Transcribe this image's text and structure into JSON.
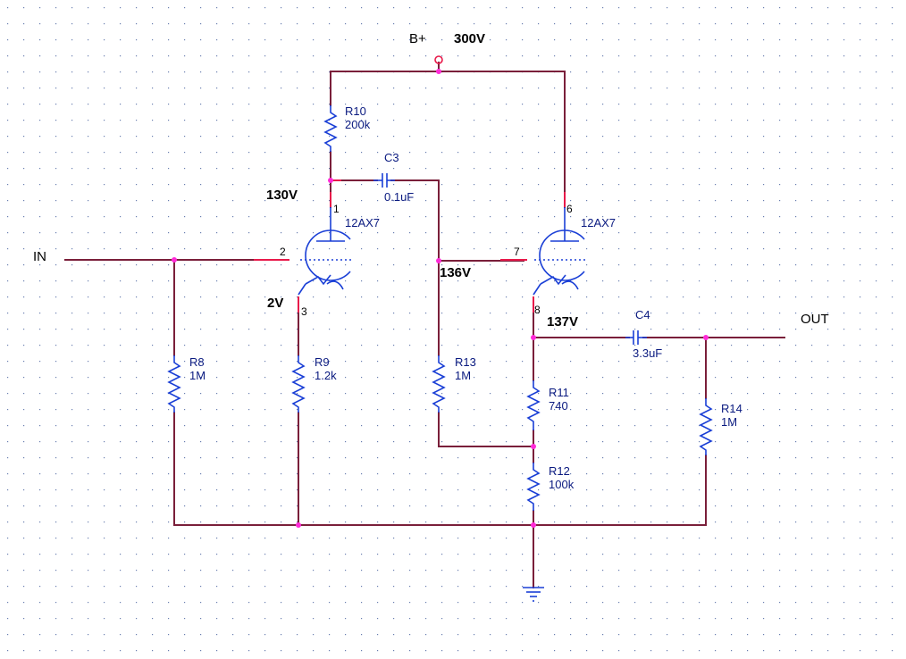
{
  "supply": {
    "name": "B+",
    "voltage": "300V"
  },
  "ports": {
    "input": "IN",
    "output": "OUT"
  },
  "tubes": [
    {
      "type": "12AX7",
      "pins": {
        "plate": "1",
        "grid": "2",
        "cathode": "3"
      }
    },
    {
      "type": "12AX7",
      "pins": {
        "plate": "6",
        "grid": "7",
        "cathode": "8"
      }
    }
  ],
  "resistors": [
    {
      "ref": "R10",
      "value": "200k"
    },
    {
      "ref": "R8",
      "value": "1M"
    },
    {
      "ref": "R9",
      "value": "1.2k"
    },
    {
      "ref": "R13",
      "value": "1M"
    },
    {
      "ref": "R11",
      "value": "740"
    },
    {
      "ref": "R12",
      "value": "100k"
    },
    {
      "ref": "R14",
      "value": "1M"
    }
  ],
  "capacitors": [
    {
      "ref": "C3",
      "value": "0.1uF"
    },
    {
      "ref": "C4",
      "value": "3.3uF"
    }
  ],
  "node_voltages": {
    "plate1": "130V",
    "cathode1": "2V",
    "grid2": "136V",
    "cathode2": "137V"
  },
  "colors": {
    "wire": "#7a1f3a",
    "component": "#1a3fd6",
    "node_dot": "#ff2bd8",
    "pin_stub": "#e8194a"
  }
}
